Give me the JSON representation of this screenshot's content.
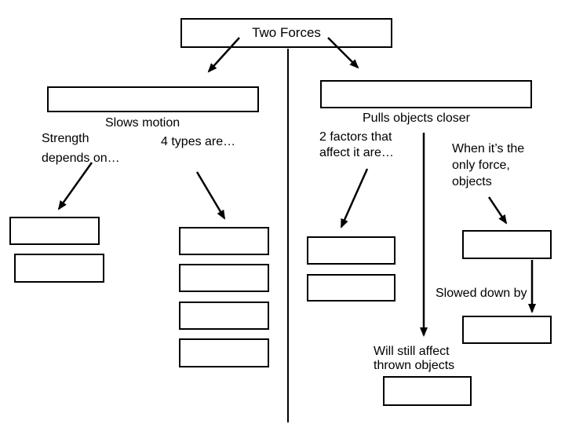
{
  "diagram": {
    "title": "Two Forces",
    "left_branch": {
      "caption": "Slows motion",
      "strength_label": "Strength\ndepends on…",
      "types_label": "4 types are…"
    },
    "right_branch": {
      "caption": "Pulls objects closer",
      "factors_label": "2 factors that\naffect it are…",
      "only_force_label": "When it’s the\nonly force,\nobjects",
      "slowed_label": "Slowed down by",
      "thrown_label": "Will still affect\nthrown objects"
    },
    "colors": {
      "line": "#000000",
      "background": "#ffffff"
    }
  }
}
